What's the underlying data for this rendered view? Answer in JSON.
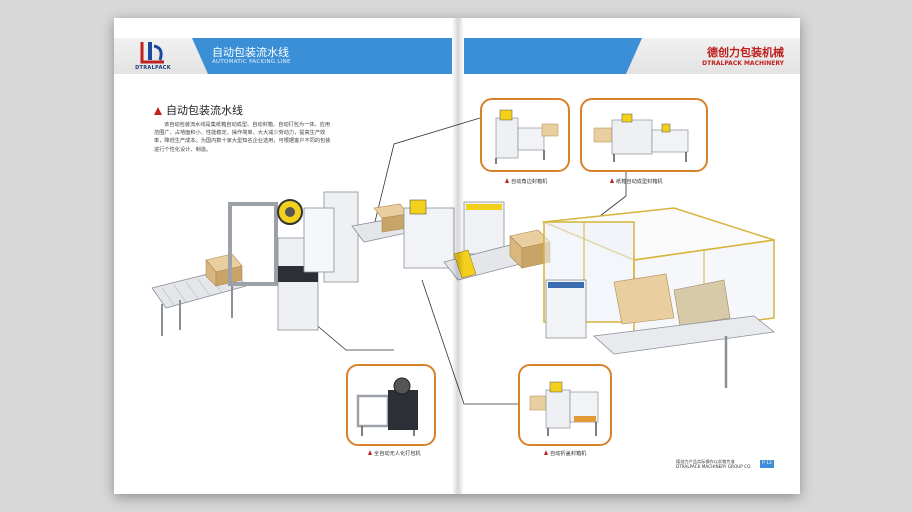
{
  "header": {
    "logo_text": "DTRALPACK",
    "title_cn": "自动包装流水线",
    "title_en": "AUTOMATIC PACKING LINE",
    "brand_cn": "德创力包装机械",
    "brand_en": "DTRALPACK MACHINERY"
  },
  "section": {
    "title": "自动包装流水线",
    "description": "该自动包装流水线是集纸箱自动成型、自动封箱、自动打包为一体。应用范围广、占地面积小、性能稳定、操作简单、大大减少劳动力，提高生产效率，降低生产成本。为国内数十家大型知名企业选用，可根据客户不同的包装进行个性化设计、制造。"
  },
  "callouts": {
    "side_sealer": "自动角边封箱机",
    "carton_erector_sealer": "纸箱自动成型封箱机",
    "strapping_machine": "全自动无人化打包机",
    "folding_sealer": "自动折盖封箱机"
  },
  "footer": {
    "line1": "德创力产品实际操作以实物为准",
    "line2": "DTRALPACK MACHINERY GROUP CO.",
    "page": "P 12"
  },
  "colors": {
    "accent_blue": "#3b8fd6",
    "brand_red": "#c0201e",
    "callout_border": "#d9822b"
  }
}
